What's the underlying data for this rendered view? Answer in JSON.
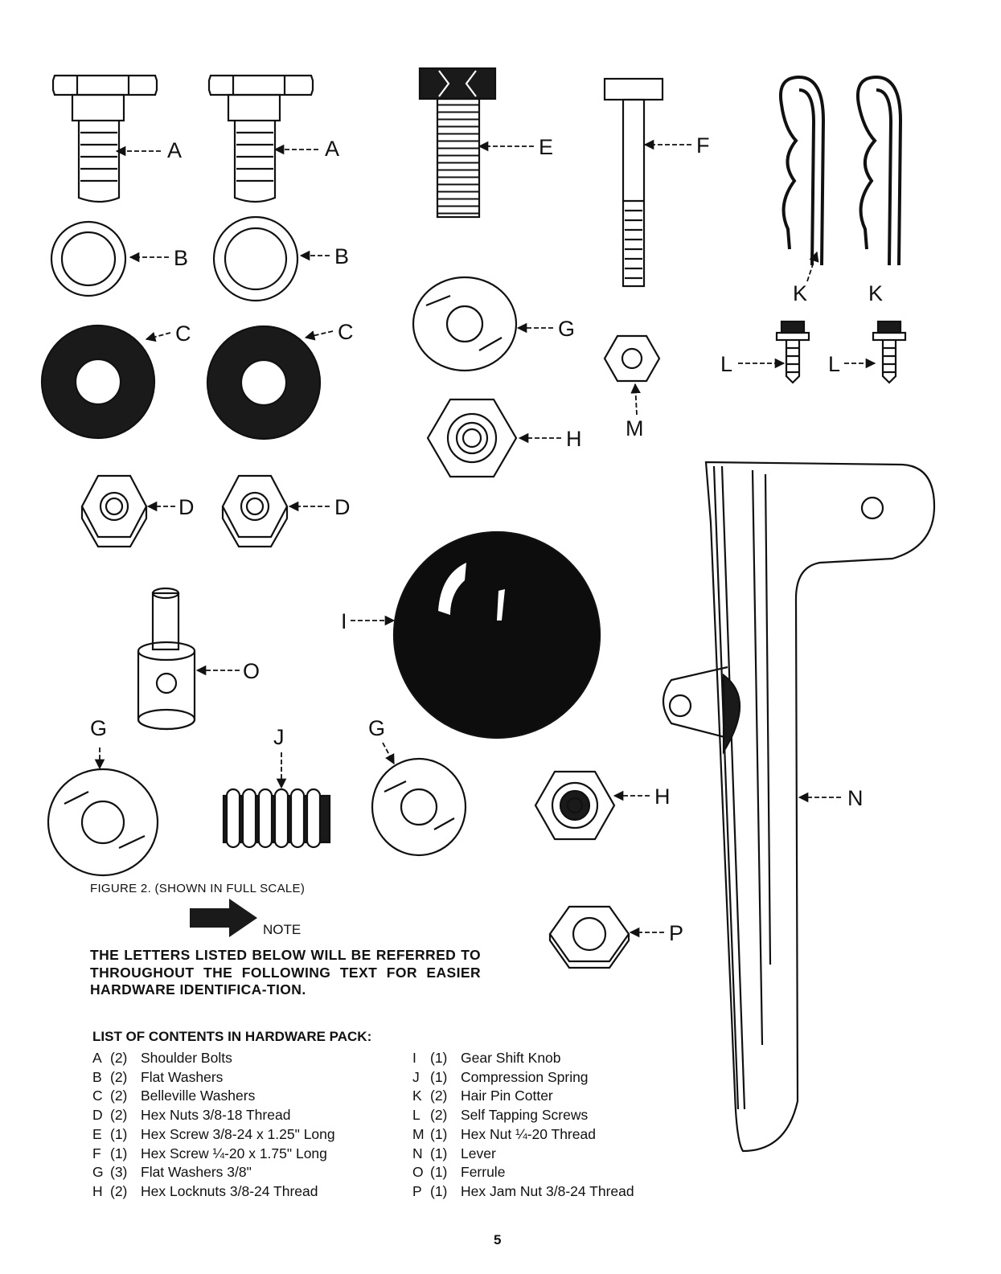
{
  "figure": {
    "labels": {
      "a1": "A",
      "a2": "A",
      "b1": "B",
      "b2": "B",
      "c1": "C",
      "c2": "C",
      "d1": "D",
      "d2": "D",
      "e": "E",
      "f": "F",
      "g1": "G",
      "g2": "G",
      "g3": "G",
      "h1": "H",
      "h2": "H",
      "i": "I",
      "j": "J",
      "k1": "K",
      "k2": "K",
      "l1": "L",
      "l2": "L",
      "m": "M",
      "n": "N",
      "o": "O",
      "p": "P"
    },
    "caption": "FIGURE 2. (SHOWN IN FULL SCALE)"
  },
  "note": {
    "label": "NOTE",
    "text": "THE LETTERS LISTED BELOW WILL BE REFERRED TO THROUGHOUT THE FOLLOWING TEXT FOR EASIER HARDWARE IDENTIFICA-TION."
  },
  "contents": {
    "title": "LIST OF CONTENTS IN HARDWARE PACK:",
    "items": [
      {
        "letter": "A",
        "qty": "(2)",
        "desc": "Shoulder Bolts"
      },
      {
        "letter": "B",
        "qty": "(2)",
        "desc": "Flat Washers"
      },
      {
        "letter": "C",
        "qty": "(2)",
        "desc": "Belleville Washers"
      },
      {
        "letter": "D",
        "qty": "(2)",
        "desc": "Hex Nuts 3/8-18 Thread"
      },
      {
        "letter": "E",
        "qty": "(1)",
        "desc": "Hex Screw 3/8-24 x 1.25\" Long"
      },
      {
        "letter": "F",
        "qty": "(1)",
        "desc": "Hex Screw ¼-20 x 1.75\" Long"
      },
      {
        "letter": "G",
        "qty": "(3)",
        "desc": "Flat Washers 3/8\""
      },
      {
        "letter": "H",
        "qty": "(2)",
        "desc": "Hex Locknuts 3/8-24 Thread"
      },
      {
        "letter": "I",
        "qty": "(1)",
        "desc": "Gear Shift Knob"
      },
      {
        "letter": "J",
        "qty": "(1)",
        "desc": "Compression Spring"
      },
      {
        "letter": "K",
        "qty": "(2)",
        "desc": "Hair Pin Cotter"
      },
      {
        "letter": "L",
        "qty": "(2)",
        "desc": "Self Tapping Screws"
      },
      {
        "letter": "M",
        "qty": "(1)",
        "desc": "Hex Nut ¼-20 Thread"
      },
      {
        "letter": "N",
        "qty": "(1)",
        "desc": "Lever"
      },
      {
        "letter": "O",
        "qty": "(1)",
        "desc": "Ferrule"
      },
      {
        "letter": "P",
        "qty": "(1)",
        "desc": "Hex Jam Nut 3/8-24 Thread"
      }
    ]
  },
  "page_number": "5"
}
